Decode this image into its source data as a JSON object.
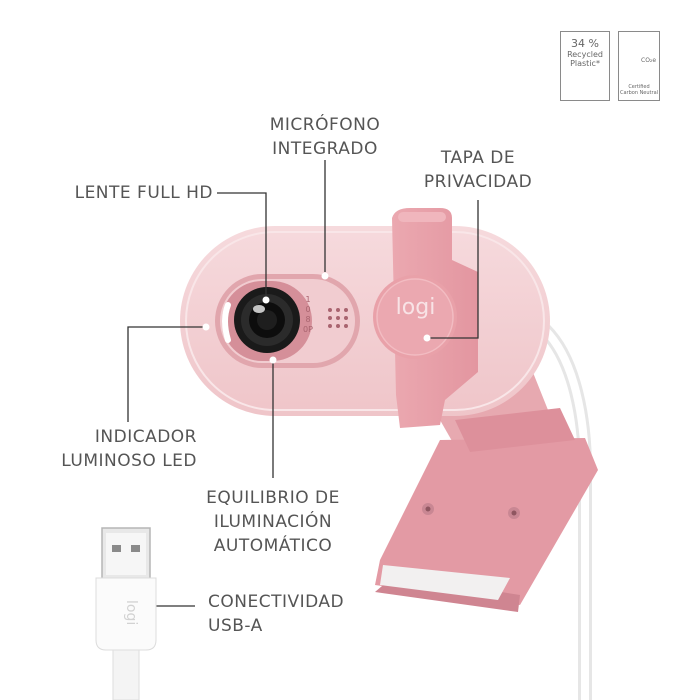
{
  "badges": {
    "recycled": {
      "percent": "34 %",
      "line1": "Recycled",
      "line2": "Plastic*"
    },
    "carbon": {
      "co2": "CO₂e",
      "certified": "Certified",
      "neutral": "Carbon Neutral"
    }
  },
  "callouts": {
    "microphone": [
      "MICRÓFONO",
      "INTEGRADO"
    ],
    "lens": [
      "LENTE FULL HD"
    ],
    "privacy": [
      "TAPA DE",
      "PRIVACIDAD"
    ],
    "led": [
      "INDICADOR",
      "LUMINOSO LED"
    ],
    "light": [
      "EQUILIBRIO DE",
      "ILUMINACIÓN",
      "AUTOMÁTICO"
    ],
    "usb": [
      "CONECTIVIDAD",
      "USB-A"
    ]
  },
  "device": {
    "brand": "logi",
    "resolution_vertical": "1080P",
    "body_color": "#f3d0d3",
    "accent_color": "#e9a6ad",
    "dark_color": "#1a1a1a"
  }
}
